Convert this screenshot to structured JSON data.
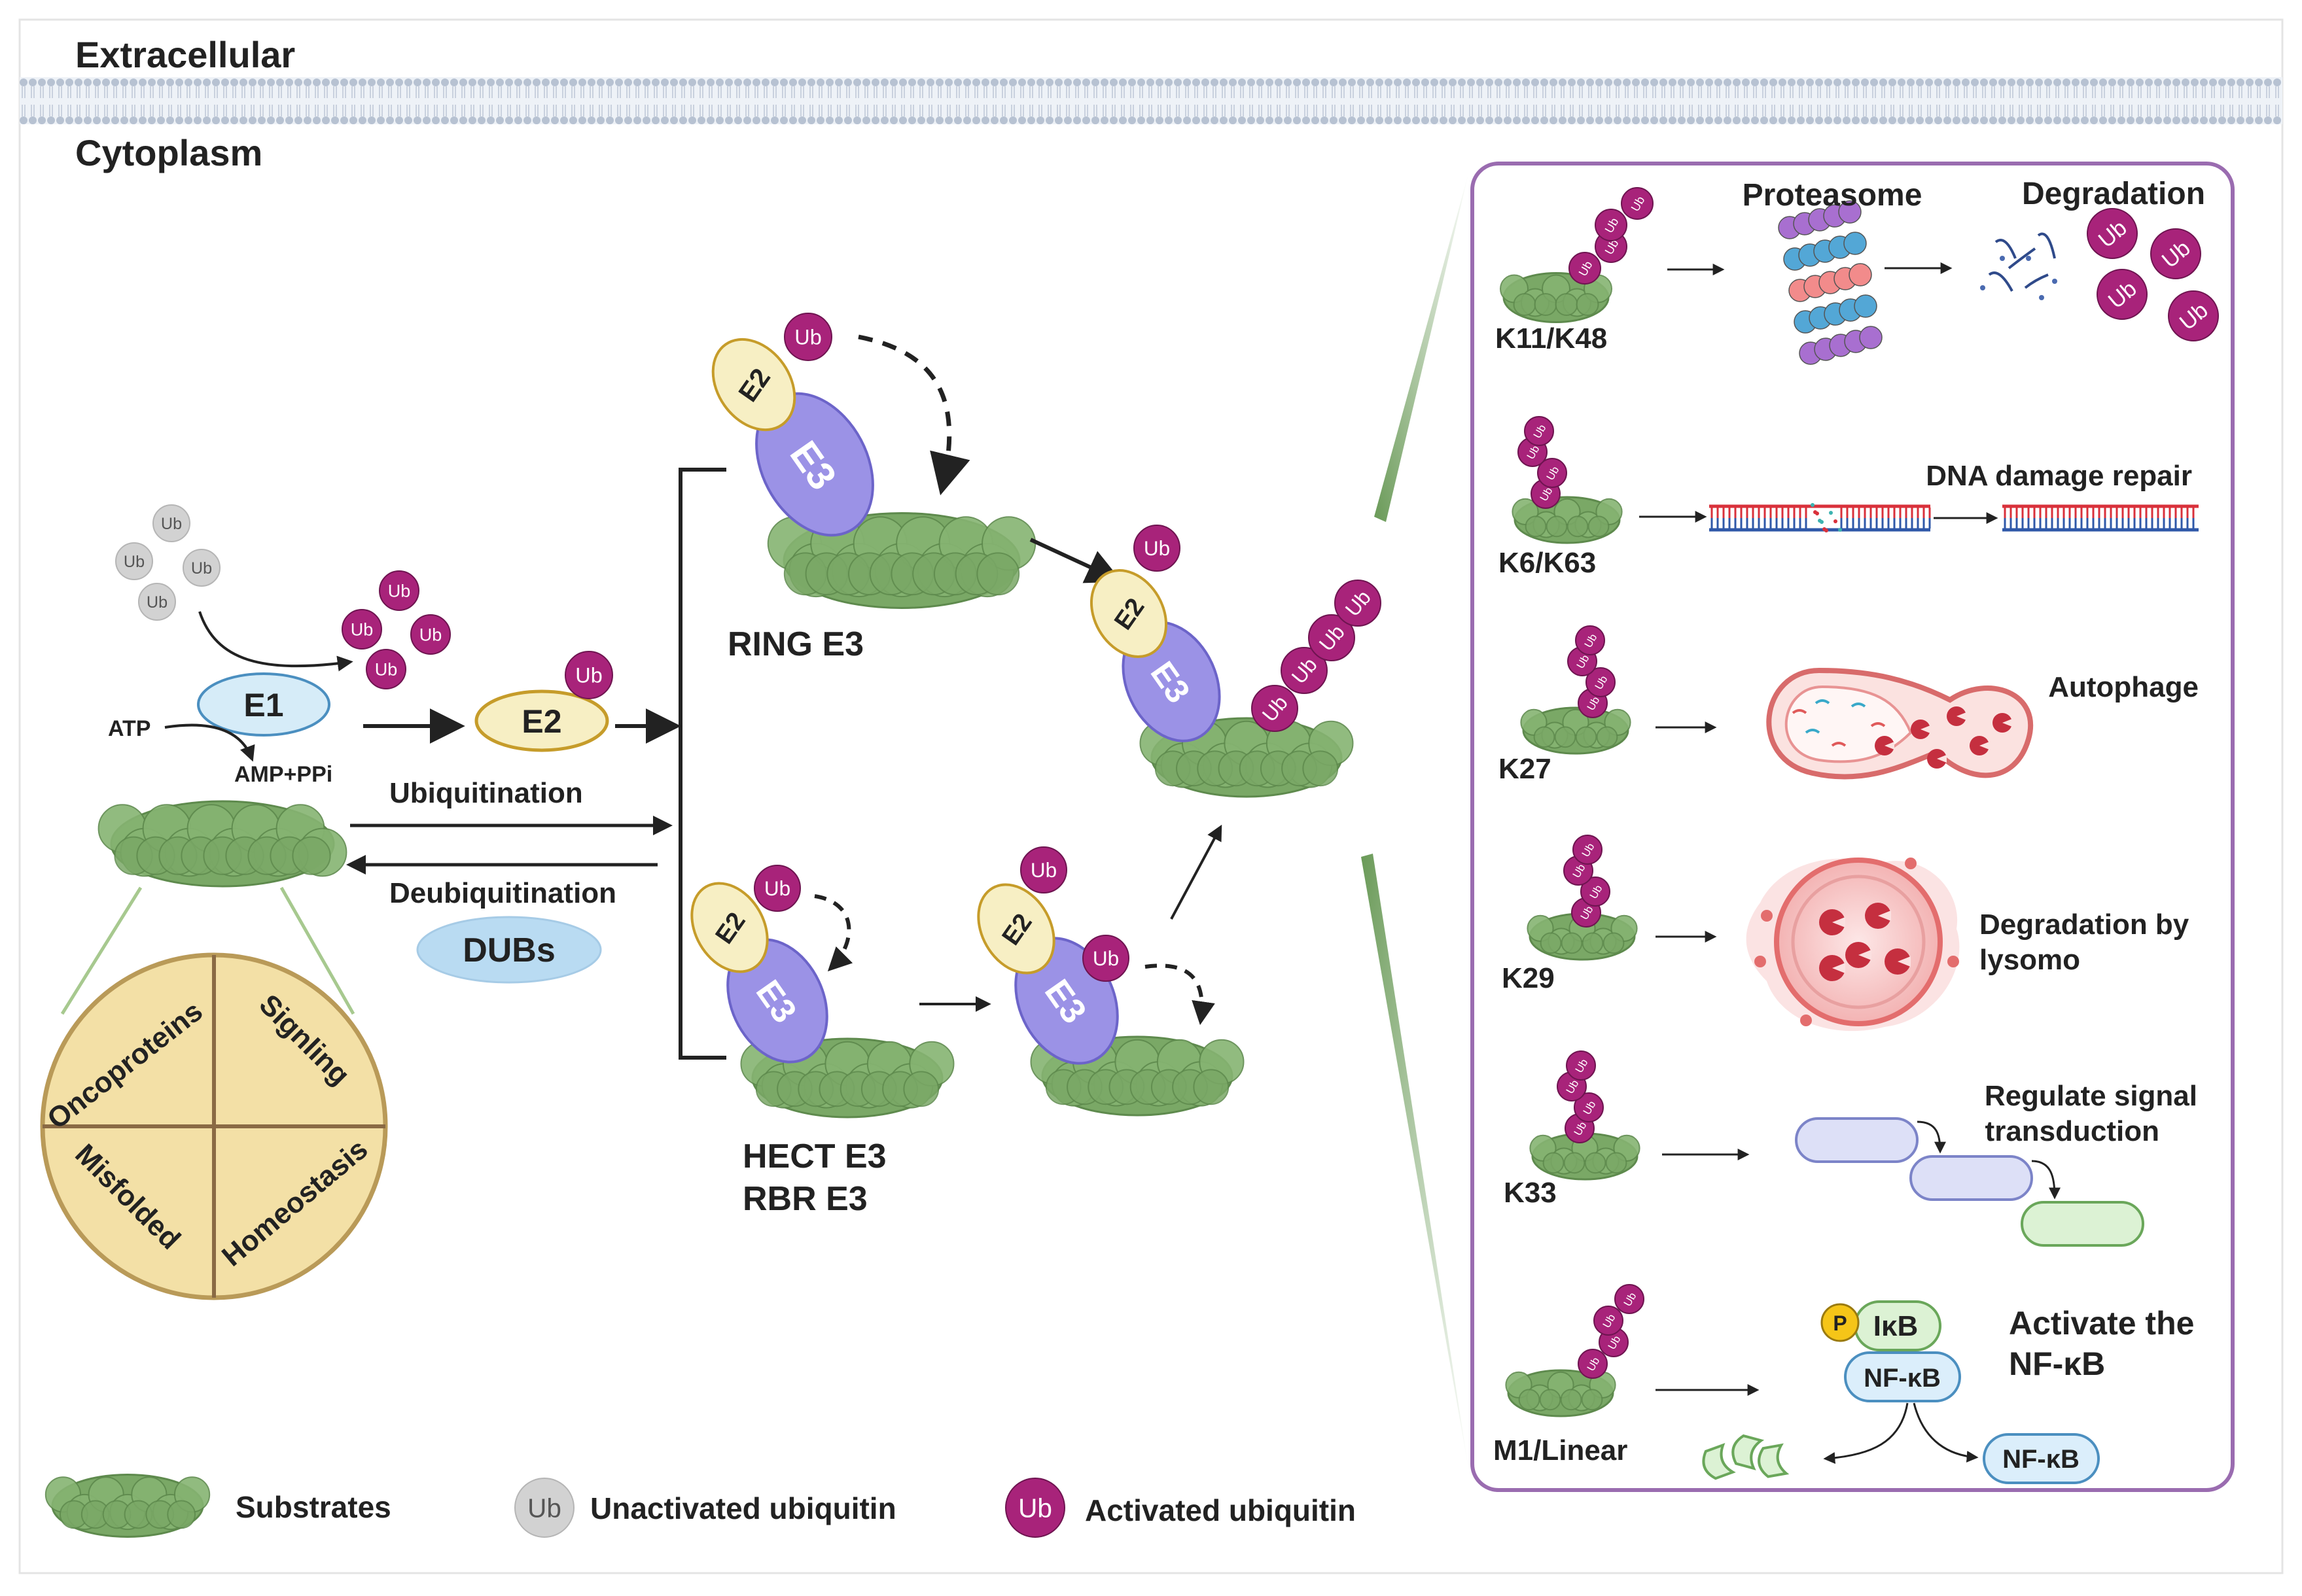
{
  "regions": {
    "extracellular": "Extracellular",
    "cytoplasm": "Cytoplasm"
  },
  "ub_label": "Ub",
  "activation": {
    "e1": "E1",
    "e2": "E2",
    "atp": "ATP",
    "amp": "AMP+PPi"
  },
  "process": {
    "ubiquitination": "Ubiquitination",
    "deubiquitination": "Deubiquitination",
    "dubs": "DUBs"
  },
  "substrate_circle": {
    "quadrants": [
      "Oncoproteins",
      "Signling",
      "Misfolded",
      "Homeostasis"
    ]
  },
  "enzymes": {
    "e2": "E2",
    "e3": "E3",
    "ring": "RING E3",
    "hect": "HECT E3",
    "rbr": "RBR E3"
  },
  "panel": {
    "rows": [
      {
        "linkage": "K11/K48",
        "labels": [
          "Proteasome",
          "Degradation"
        ]
      },
      {
        "linkage": "K6/K63",
        "labels": [
          "DNA damage repair"
        ]
      },
      {
        "linkage": "K27",
        "labels": [
          "Autophage"
        ]
      },
      {
        "linkage": "K29",
        "labels": [
          "Degradation by",
          "lysomo"
        ]
      },
      {
        "linkage": "K33",
        "labels": [
          "Regulate signal",
          "transduction"
        ]
      },
      {
        "linkage": "M1/Linear",
        "labels": [
          "Activate the",
          "NF-κB"
        ]
      }
    ],
    "nfkb": {
      "p": "P",
      "ikb": "IκB",
      "complex": "NF-κB",
      "free": "NF-κB"
    }
  },
  "legend": {
    "substrates": "Substrates",
    "unactivated": "Unactivated ubiquitin",
    "activated": "Activated ubiquitin"
  },
  "colors": {
    "activated_ub": "#a8237a",
    "unactivated_ub": "#d2d2d2",
    "substrate": "#7aa866",
    "e2_fill": "#f7efc4",
    "e3_fill": "#9b92e6",
    "e1_fill": "#d6ecf8",
    "dubs_fill": "#b9dbf2",
    "panel_border": "#9a6cb0",
    "circle_fill": "#f3e0a6"
  }
}
